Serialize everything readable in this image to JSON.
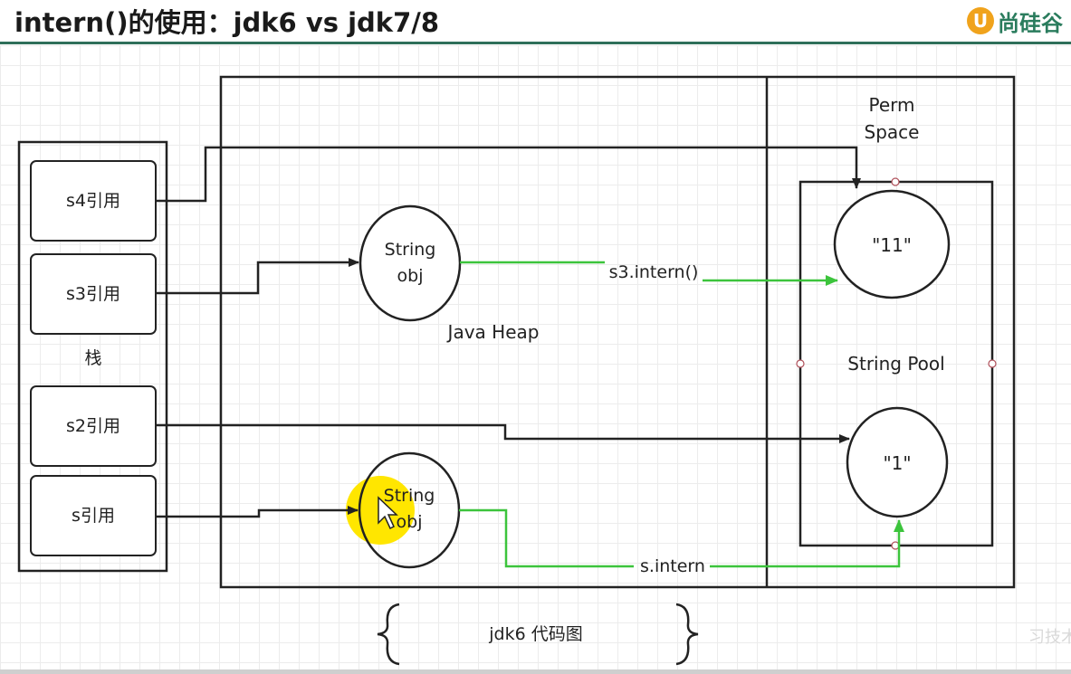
{
  "header": {
    "title": "intern()的使用：jdk6 vs jdk7/8",
    "logo_mark": "U",
    "logo_text": "尚硅谷"
  },
  "stack": {
    "label": "栈",
    "refs": [
      "s4引用",
      "s3引用",
      "s2引用",
      "s引用"
    ]
  },
  "heap": {
    "label": "Java Heap",
    "objects": [
      {
        "line1": "String",
        "line2": "obj"
      },
      {
        "line1": "String",
        "line2": "obj"
      }
    ]
  },
  "perm": {
    "title_line1": "Perm",
    "title_line2": "Space",
    "pool_label": "String Pool",
    "entries": [
      "\"11\"",
      "\"1\""
    ]
  },
  "arrows": {
    "s3_intern_label": "s3.intern()",
    "s_intern_label": "s.intern"
  },
  "caption": "jdk6 代码图",
  "watermark": "习技术",
  "colors": {
    "intern_arrow": "#3cc43c",
    "reference_arrow": "#222222",
    "cursor_highlight": "#ffe600",
    "header_rule": "#2f6f5a"
  }
}
